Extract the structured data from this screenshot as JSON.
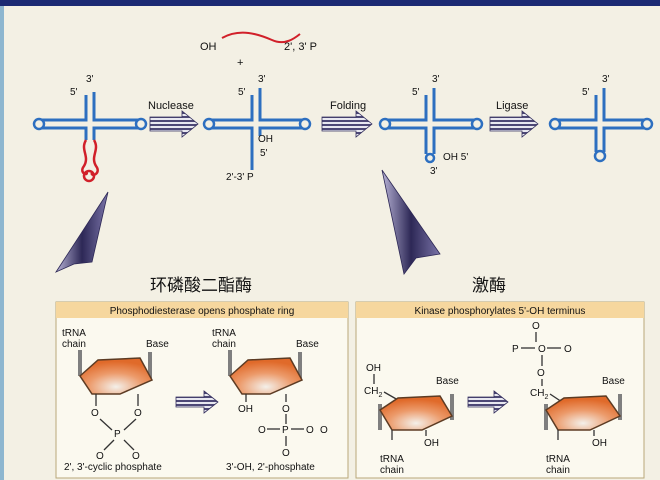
{
  "top": {
    "fragment_left": "OH",
    "fragment_right": "2', 3' P",
    "plus": "+"
  },
  "step_labels": {
    "nuclease": "Nuclease",
    "folding": "Folding",
    "ligase": "Ligase"
  },
  "trna1": {
    "end5": "5'",
    "end3": "3'"
  },
  "trna2": {
    "end5": "5'",
    "end3": "3'",
    "oh": "OH",
    "end5b": "5'",
    "p_end": "2'-3' P"
  },
  "trna3": {
    "end5": "5'",
    "end3": "3'",
    "oh5": "OH 5'",
    "end3b": "3'"
  },
  "trna4": {
    "end5": "5'",
    "end3": "3'"
  },
  "enzymes": {
    "left": "环磷酸二酯酶",
    "right": "激酶"
  },
  "panel_left": {
    "title": "Phosphodiesterase opens phosphate ring",
    "trna_a": [
      "tRNA",
      "chain"
    ],
    "base_a": "Base",
    "o_left": "O",
    "o_right": "O",
    "p": "P",
    "o_bottom_left": "O",
    "o_bottom_right": "O",
    "trna_b": [
      "tRNA",
      "chain"
    ],
    "base_b": "Base",
    "oh_b": "OH",
    "o_b": "O",
    "phos_b": [
      "O",
      "P",
      "O",
      "O"
    ],
    "o_top_b": "O",
    "caption_a": "2', 3'-cyclic phosphate",
    "caption_b": "3'-OH, 2'-phosphate"
  },
  "panel_right": {
    "title": "Kinase phosphorylates 5'-OH terminus",
    "oh_top": "OH",
    "ch2_a": "CH",
    "sub2_a": "2",
    "base_a": "Base",
    "oh_a": "OH",
    "trna_a": [
      "tRNA",
      "chain"
    ],
    "phos_top": [
      "O",
      "P",
      "O",
      "O"
    ],
    "o_link": "O",
    "ch2_b": "CH",
    "sub2_b": "2",
    "base_b": "Base",
    "oh_b": "OH",
    "trna_b": [
      "tRNA",
      "chain"
    ]
  },
  "colors": {
    "background": "#f3f0e4",
    "trna_blue": "#2d6fc0",
    "red_fragment": "#d1202a",
    "panel_title_bg": "#f6d79e",
    "sugar_orange": "#e8743b",
    "arrow_dark": "#35305f",
    "top_bar": "#1c2a73"
  },
  "icons": {
    "process_arrow": "striped-right-arrow-icon",
    "pointer_arrow": "down-left-pointer-arrow-icon"
  }
}
